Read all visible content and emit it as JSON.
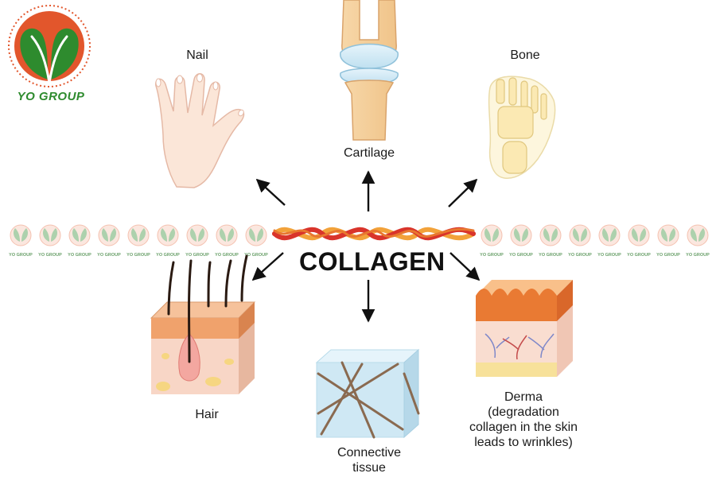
{
  "brand": {
    "name": "YO GROUP",
    "color_green": "#2e8b2e",
    "color_orange": "#e2562c"
  },
  "center": {
    "title": "COLLAGEN"
  },
  "nodes": [
    {
      "id": "nail",
      "label": "Nail",
      "icon": "hand-icon"
    },
    {
      "id": "cartilage",
      "label": "Cartilage",
      "icon": "knee-joint-icon"
    },
    {
      "id": "bone",
      "label": "Bone",
      "icon": "foot-bones-icon"
    },
    {
      "id": "hair",
      "label": "Hair",
      "icon": "hair-follicle-icon"
    },
    {
      "id": "connective",
      "label_lines": [
        "Connective",
        "tissue"
      ],
      "icon": "connective-tissue-cube-icon"
    },
    {
      "id": "derma",
      "label_lines": [
        "Derma",
        "(degradation",
        "collagen in the skin",
        "leads to wrinkles)"
      ],
      "icon": "skin-layers-icon"
    }
  ],
  "colors": {
    "collagen_red": "#d9342b",
    "collagen_orange": "#f2a23a",
    "skin_pink": "#f6c9b7",
    "skin_orange": "#f0a26c",
    "bone_cream": "#fbf0c8",
    "tissue_blue": "#cfe8f4",
    "fiber_brown": "#8a6a50"
  }
}
